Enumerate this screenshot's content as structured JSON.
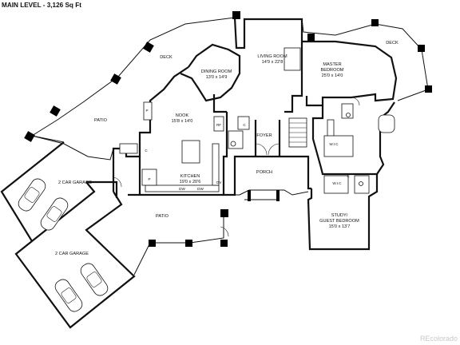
{
  "header": {
    "level_title": "MAIN LEVEL - 3,126 Sq Ft"
  },
  "watermark": "REcolorado",
  "rooms": {
    "deck_left": {
      "name": "DECK"
    },
    "deck_right": {
      "name": "DECK"
    },
    "dining": {
      "name": "DINING ROOM",
      "size": "13'0 x 14'9"
    },
    "living": {
      "name": "LIVING ROOM",
      "size": "14'9 x 22'8"
    },
    "master": {
      "name": "MASTER",
      "name2": "BEDROOM",
      "size": "25'0 x 14'0"
    },
    "patio_upper": {
      "name": "PATIO"
    },
    "nook": {
      "name": "NOOK",
      "size": "15'8 x 14'0"
    },
    "foyer": {
      "name": "FOYER"
    },
    "porch": {
      "name": "PORCH"
    },
    "kitchen": {
      "name": "KITCHEN",
      "size": "19'0 x 20'6"
    },
    "garage_upper": {
      "name": "2 CAR GARAGE"
    },
    "garage_lower": {
      "name": "2 CAR GARAGE"
    },
    "patio_lower": {
      "name": "PATIO"
    },
    "study": {
      "name": "STUDY/",
      "name2": "GUEST BEDROOM",
      "size": "15'0 x 13'7"
    },
    "wic_1": {
      "name": "W.I.C"
    },
    "wic_2": {
      "name": "W.I.C"
    }
  },
  "fixture_labels": {
    "pantry": "P",
    "refrigerator": "RF",
    "closet": "C",
    "dishwasher": "DW",
    "oven": "OV"
  }
}
